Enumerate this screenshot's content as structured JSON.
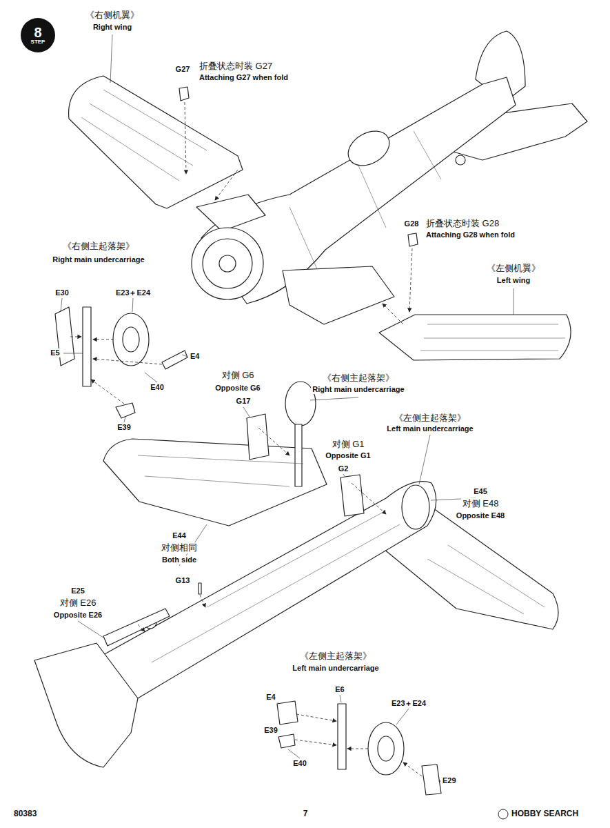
{
  "diagram": {
    "nodes": [
      {
        "text": [
          "8",
          "STEP"
        ]
      }
    ],
    "labels": [
      "《右侧机翼》",
      "Right wing",
      "G27",
      "折叠状态时装 G27",
      "Attaching G27 when fold",
      "G28",
      "折叠状态时装 G28",
      "Attaching G28 when fold",
      "《左侧机翼》",
      "Left wing",
      "《右侧主起落架》",
      "Right main undercarriage",
      "E30",
      "E23＋E24",
      "E5",
      "E4",
      "E40",
      "E39",
      "对侧 G6",
      "Opposite G6",
      "G17",
      "《右侧主起落架》",
      "Right main undercarriage",
      "《左侧主起落架》",
      "Left main undercarriage",
      "对侧 G1",
      "Opposite G1",
      "G2",
      "E45",
      "对侧 E48",
      "Opposite E48",
      "E44",
      "对侧相同",
      "Both side",
      "G13",
      "E25",
      "对侧 E26",
      "Opposite E26",
      "《左侧主起落架》",
      "Left main undercarriage",
      "E4",
      "E6",
      "E23＋E24",
      "E39",
      "E40",
      "E29",
      "80383",
      "7",
      "HOBBY SEARCH"
    ]
  }
}
